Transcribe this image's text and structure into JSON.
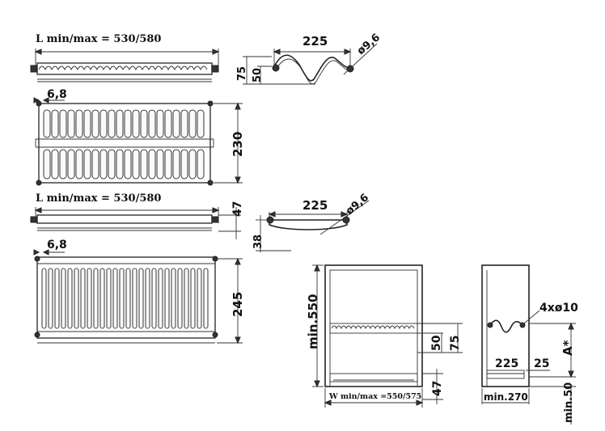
{
  "labels": {
    "plate_length": "L min/max = 530/580",
    "bowl_length": "L min/max = 530/580",
    "width_range": "W min/max =550/575"
  },
  "dimensions": {
    "plate_profile_width": "225",
    "plate_profile_dia": "ø9,6",
    "plate_profile_height_outer": "75",
    "plate_profile_height_inner": "50",
    "plate_front_offset": "6,8",
    "plate_front_height": "230",
    "bowl_top_height": "47",
    "bowl_profile_width": "225",
    "bowl_profile_dia": "ø9,6",
    "bowl_profile_height": "38",
    "bowl_front_offset": "6,8",
    "bowl_front_height": "245",
    "cabinet_min_height": "min.550",
    "cabinet_dim_50": "50",
    "cabinet_dim_75": "75",
    "cabinet_dim_47": "47",
    "side_holes": "4xø10",
    "side_a": "A*",
    "side_225": "225",
    "side_25": "25",
    "side_min270": "min.270",
    "side_min50": "min.50"
  }
}
